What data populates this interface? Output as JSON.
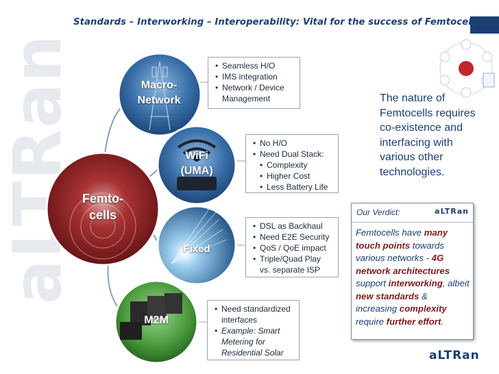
{
  "title": "Standards – Interworking – Interoperability: Vital for the success of Femtocells",
  "watermark": "aLTRan",
  "center_node": {
    "label_line1": "Femto-",
    "label_line2": "cells",
    "color": "#8b1a1a"
  },
  "nodes": [
    {
      "label_line1": "Macro-",
      "label_line2": "Network"
    },
    {
      "label_line1": "WiFi",
      "label_line2": "(UMA)"
    },
    {
      "label_line1": "Fixed",
      "label_line2": ""
    },
    {
      "label_line1": "M2M",
      "label_line2": ""
    }
  ],
  "callouts": {
    "macro": [
      "Seamless  H/O",
      "IMS integration",
      "Network  / Device",
      "Management"
    ],
    "wifi": [
      "No H/O",
      "Need Dual Stack:",
      "Complexity",
      "Higher Cost",
      "Less Battery Life"
    ],
    "fixed": [
      "DSL as Backhaul",
      "Need E2E Security",
      "QoS / QoE impact",
      "Triple/Quad Play",
      "vs. separate ISP"
    ],
    "m2m": [
      "Need standardized",
      "interfaces",
      "Example: Smart",
      "Metering for",
      "Residential Solar"
    ]
  },
  "nature_text": "The nature of Femtocells requires co-existence and interfacing with various other technologies.",
  "verdict": {
    "label": "Our Verdict:",
    "logo": "aLTRan",
    "t1": "Femtocells have ",
    "b1": "many touch points",
    "t2": " towards various networks - ",
    "b2": "4G network architectures",
    "t3": " support ",
    "b3": "interworking",
    "t4": ", albeit ",
    "b4": "new standards",
    "t5": " & increasing ",
    "b5": "complexity",
    "t6": " require ",
    "b6": "further effort",
    "t7": "."
  },
  "footer_logo": "aLTRan",
  "colors": {
    "navy": "#1b3f73",
    "accent_red": "#8b1a1a"
  }
}
